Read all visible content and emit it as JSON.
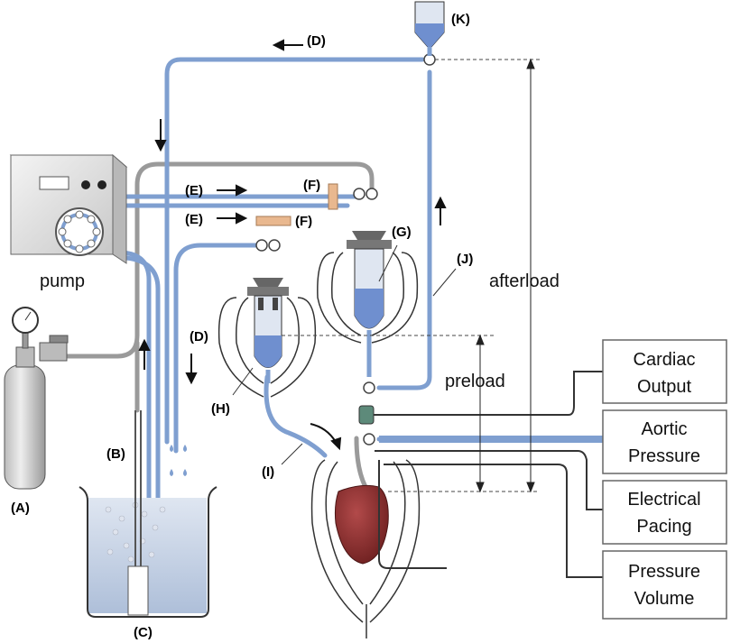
{
  "labels": {
    "A": "(A)",
    "B": "(B)",
    "C": "(C)",
    "D_top": "(D)",
    "D_mid": "(D)",
    "E_1": "(E)",
    "E_2": "(E)",
    "F_1": "(F)",
    "F_2": "(F)",
    "G": "(G)",
    "H": "(H)",
    "I": "(I)",
    "J": "(J)",
    "K": "(K)",
    "pump": "pump",
    "afterload": "afterload",
    "preload": "preload"
  },
  "boxes": {
    "cardiac_1": "Cardiac",
    "cardiac_2": "Output",
    "aortic_1": "Aortic",
    "aortic_2": "Pressure",
    "pacing_1": "Electrical",
    "pacing_2": "Pacing",
    "pv_1": "Pressure",
    "pv_2": "Volume"
  },
  "colors": {
    "tube_blue": "#7f9fd0",
    "tube_gray": "#9a9a9a",
    "fluid_blue": "#6f8fcf",
    "heart": "#8a2f2f",
    "tube_orange": "#e9b88f"
  }
}
